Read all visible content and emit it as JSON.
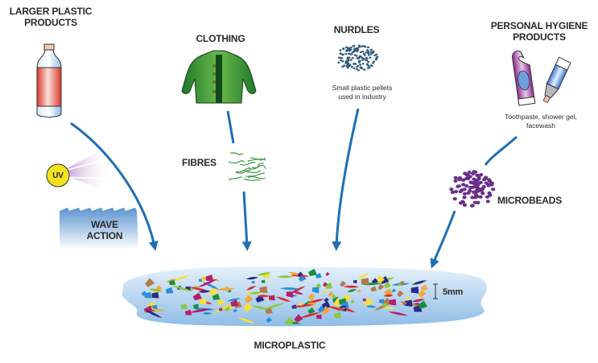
{
  "diagram": {
    "title": "Sources of microplastic",
    "sources": [
      {
        "id": "larger-plastic",
        "label_lines": [
          "LARGER PLASTIC",
          "PRODUCTS"
        ],
        "icon": "bottle-icon"
      },
      {
        "id": "clothing",
        "label_lines": [
          "CLOTHING"
        ],
        "icon": "jacket-icon"
      },
      {
        "id": "nurdles",
        "label_lines": [
          "NURDLES"
        ],
        "icon": "pellets-icon",
        "caption_lines": [
          "Small plastic pellets",
          "used in industry"
        ]
      },
      {
        "id": "personal-hygiene",
        "label_lines": [
          "PERSONAL HYGIENE",
          "PRODUCTS"
        ],
        "icon": "toiletries-icon",
        "caption_lines": [
          "Toothpaste, shower gel,",
          "facewash"
        ]
      }
    ],
    "processes": {
      "uv": "UV",
      "wave_lines": [
        "WAVE",
        "ACTION"
      ],
      "fibres": "FIBRES",
      "microbeads": "MICROBEADS"
    },
    "result": {
      "label": "MICROPLASTIC",
      "scale_label": "5mm"
    },
    "colors": {
      "arrow": "#1f6fb5",
      "bottle_label": "#d9392b",
      "jacket": "#3a9a3a",
      "nurdles": "#2f5a78",
      "microbeads": "#6a2f8a",
      "uv_sun": "#f2e21e",
      "uv_rays": "#a070b8",
      "water": "#a9cdea",
      "fragments": [
        "#d62f2f",
        "#1a8f3a",
        "#8cc63f",
        "#2a8fd8",
        "#f3a73b",
        "#f6e03a",
        "#b07a4a",
        "#2a2a8a",
        "#b5206a"
      ]
    }
  }
}
